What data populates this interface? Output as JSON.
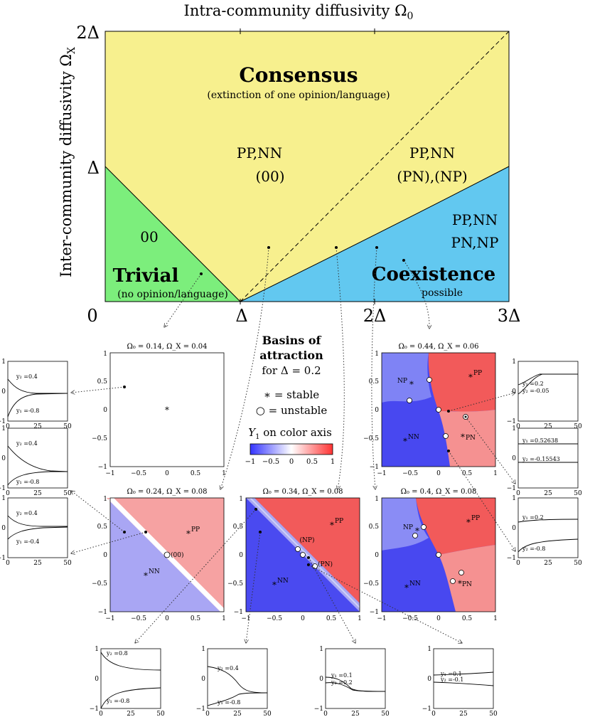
{
  "phase": {
    "top_axis_label": "Intra-community diffusivity Ω",
    "top_axis_sub": "0",
    "left_axis_label": "Inter-community diffusivity Ω",
    "left_axis_sub": "X",
    "x_ticks": [
      "0",
      "Δ",
      "2Δ",
      "3Δ"
    ],
    "y_ticks": [
      "2Δ",
      "Δ"
    ],
    "regions": {
      "consensus_title": "Consensus",
      "consensus_sub": "(extinction of one opinion/language)",
      "trivial_title": "Trivial",
      "trivial_sub": "(no opinion/language)",
      "trivial_state": "00",
      "coexistence_title": "Coexistence",
      "coexistence_sub": "possible",
      "mid_line1": "PP,NN",
      "mid_line2": "(00)",
      "right_line1": "PP,NN",
      "right_line2": "(PN),(NP)",
      "coex_line1": "PP,NN",
      "coex_line2": "PN,NP"
    },
    "colors": {
      "consensus": "#f7f08e",
      "trivial": "#7cee7c",
      "coexistence": "#62c8f0"
    }
  },
  "legend": {
    "title1": "Basins of",
    "title2": "attraction",
    "subtitle": "for Δ = 0.2",
    "stable": "∗ = stable",
    "unstable": "○ = unstable",
    "color_label": "Y",
    "color_label_sub": "1",
    "color_label_rest": " on color axis",
    "colorbar_ticks": [
      "−1",
      "−0.5",
      "0",
      "0.5",
      "1"
    ]
  },
  "basins": [
    {
      "title": "Ω₀ = 0.14, Ω_X = 0.04"
    },
    {
      "title": "Ω₀ = 0.24, Ω_X = 0.08",
      "labels": [
        "PP",
        "NN",
        "(00)"
      ]
    },
    {
      "title": "Ω₀ = 0.34, Ω_X = 0.08",
      "labels": [
        "PP",
        "NN",
        "(NP)",
        "(PN)"
      ]
    },
    {
      "title": "Ω₀ = 0.44, Ω_X = 0.06",
      "labels": [
        "PP",
        "NP",
        "NN",
        "PN"
      ]
    },
    {
      "title": "Ω₀ = 0.4, Ω_X = 0.08",
      "labels": [
        "PP",
        "NP",
        "NN",
        "PN"
      ]
    }
  ],
  "basin_ticks": [
    "−1",
    "−0.5",
    "0",
    "0.5",
    "1"
  ],
  "ts_ticks_x": [
    "0",
    "25",
    "50"
  ],
  "ts_ticks_y": [
    "1",
    "0",
    "−1"
  ],
  "timeseries": [
    {
      "labels": [
        "y₂ =0.4",
        "y₁ =-0.8"
      ]
    },
    {
      "labels": [
        "y₂ =0.4",
        "y₁ =-0.8"
      ]
    },
    {
      "labels": [
        "y₂ =0.4",
        "y₁ =-0.4"
      ]
    },
    {
      "labels": [
        "y₁ =0.2",
        "y₂ =-0.05"
      ]
    },
    {
      "labels": [
        "y₁ =0.52638",
        "y₂ =-0.15543"
      ]
    },
    {
      "labels": [
        "y₁ =0.2",
        "y₂ =-0.8"
      ]
    },
    {
      "labels": [
        "y₂ =0.8",
        "y₁ =-0.8"
      ]
    },
    {
      "labels": [
        "y₂ =0.4",
        "y₁ =-0.8"
      ]
    },
    {
      "labels": [
        "y₁ =0.1",
        "y₂ =0.2"
      ]
    },
    {
      "labels": [
        "y₁ =0.1",
        "y₂ =-0.1"
      ]
    }
  ]
}
